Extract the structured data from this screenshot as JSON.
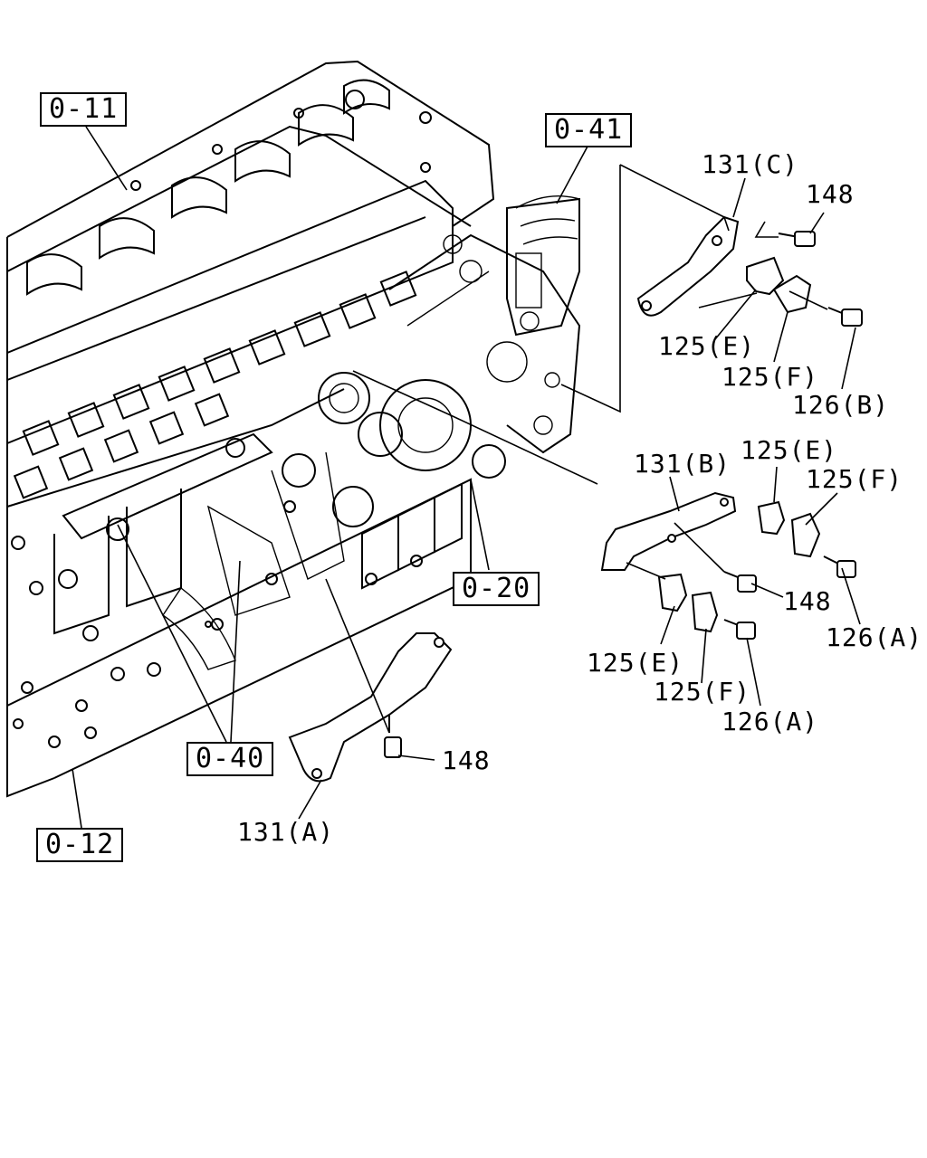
{
  "refs": {
    "r0_11": "0-11",
    "r0_41": "0-41",
    "r0_20": "0-20",
    "r0_40": "0-40",
    "r0_12": "0-12"
  },
  "callouts": {
    "c131c": "131(C)",
    "c148_top": "148",
    "c125e_top": "125(E)",
    "c125f_top": "125(F)",
    "c126b": "126(B)",
    "c131b": "131(B)",
    "c125e_mid": "125(E)",
    "c125f_mid": "125(F)",
    "c148_mid": "148",
    "c126a_mid": "126(A)",
    "c125e_low": "125(E)",
    "c125f_low": "125(F)",
    "c126a_low": "126(A)",
    "c148_low": "148",
    "c131a": "131(A)"
  }
}
